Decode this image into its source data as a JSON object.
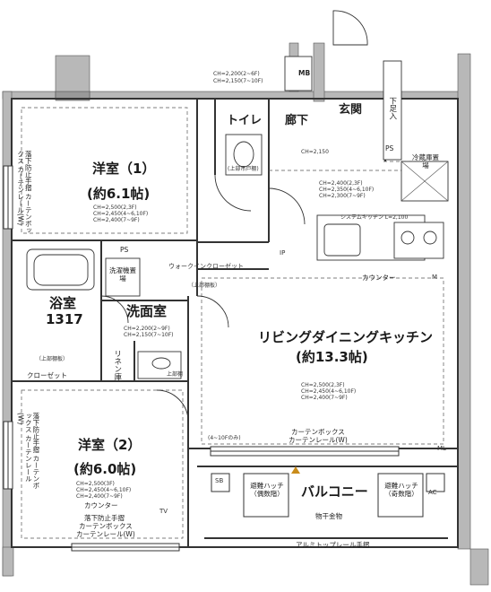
{
  "rooms": {
    "bedroom1": {
      "name": "洋室（1）",
      "size": "(約6.1帖)",
      "ch": [
        "CH=2,500(2,3F)",
        "CH=2,450(4~6,10F)",
        "CH=2,400(7~9F)"
      ]
    },
    "bedroom2": {
      "name": "洋室（2）",
      "size": "(約6.0帖)",
      "ch": [
        "CH=2,500(3F)",
        "CH=2,450(4~6,10F)",
        "CH=2,400(7~9F)"
      ]
    },
    "ldk": {
      "name": "リビングダイニングキッチン",
      "size": "(約13.3帖)",
      "ch": [
        "CH=2,500(2,3F)",
        "CH=2,450(4~6,10F)",
        "CH=2,400(7~9F)"
      ]
    },
    "bath": {
      "name": "浴室",
      "code": "1317"
    },
    "washroom": {
      "name": "洗面室",
      "ch": [
        "CH=2,200(2~9F)",
        "CH=2,150(7~10F)"
      ]
    },
    "toilet": {
      "name": "トイレ"
    },
    "corridor": {
      "name": "廊下",
      "ch": "CH=2,150"
    },
    "entrance": {
      "name": "玄関"
    },
    "balcony": {
      "name": "バルコニー",
      "item": "物干金物"
    }
  },
  "labels": {
    "mb": "MB",
    "ps_top": "PS",
    "ps_bath": "PS",
    "top_ch": [
      "CH=2,200(2~6F)",
      "CH=2,150(7~10F)"
    ],
    "kitchen_ch": [
      "CH=2,400(2,3F)",
      "CH=2,350(4~6,10F)",
      "CH=2,300(7~9F)"
    ],
    "system_kitchen": "システムキッチン L=2,100",
    "counter_kitchen": "カウンター",
    "fridge": "冷蔵庫置場",
    "shoe": "下足入",
    "washer": "洗濯機置場",
    "walkin": "ウォークインクローゼット",
    "upper_shelf_1": "（上部棚板）",
    "upper_shelf_2": "（上部棚板）",
    "upper_shelf_toilet": "(上部吊戸棚)",
    "closet": "クローゼット",
    "linen": "リネン庫",
    "upper_cabinet": "上部棚",
    "curtain_box_ldk": "カーテンボックス",
    "curtain_rail_ldk": "カーテンレール(W)",
    "floor_note": "(4~10Fのみ)",
    "counter_bed2": "カウンター",
    "bed2_fall": "落下防止手摺",
    "bed2_curtain_box": "カーテンボックス",
    "bed2_curtain_rail": "カーテンレール(W)",
    "bed1_side": "落下防止手摺 カーテンボックス カーテンレール(W)",
    "bed2_side": "落下防止手摺 カーテンボックス カーテンレール(W)",
    "hatch_left": "避難ハッチ（偶数階）",
    "hatch_right": "避難ハッチ（奇数階）",
    "rail": "アルミトップレール手摺",
    "ip": "IP",
    "ml": "ML",
    "m": "M",
    "sb": "SB",
    "acu": "AC",
    "tv": "TV"
  }
}
